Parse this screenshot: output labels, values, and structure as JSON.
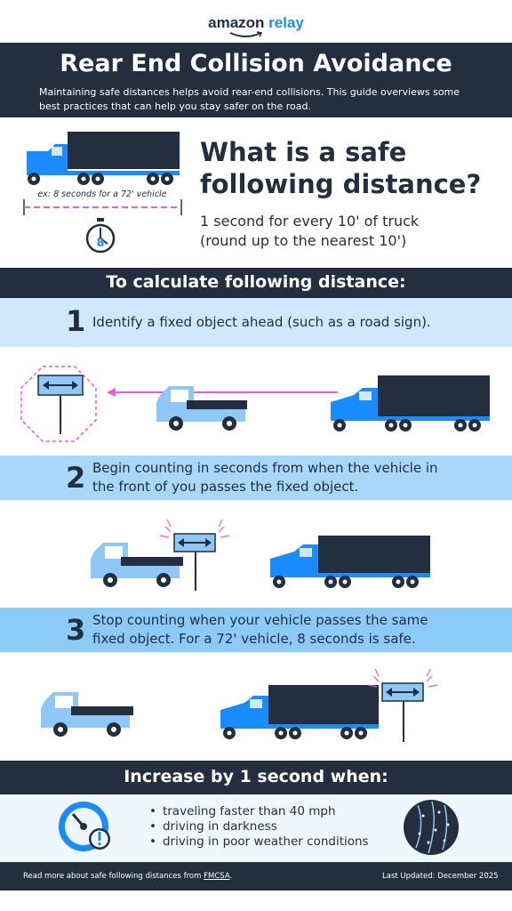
{
  "logo": {
    "brand": "amazon",
    "product": "relay"
  },
  "header": {
    "title": "Rear End Collision Avoidance",
    "subtitle": "Maintaining safe distances helps avoid rear-end collisions. This guide overviews some best practices that can help you stay safer on the road."
  },
  "intro": {
    "example_label": "ex: 8 seconds for a 72' vehicle",
    "stopwatch_value": "8",
    "question_line1": "What is a safe",
    "question_line2": "following distance?",
    "answer_line1": "1 second for every 10' of truck",
    "answer_line2": "(round up to the nearest 10')"
  },
  "calculate": {
    "heading": "To calculate following distance:"
  },
  "steps": [
    {
      "number": "1",
      "line1": "Identify a fixed object ahead (such as a road sign).",
      "line2": ""
    },
    {
      "number": "2",
      "line1": "Begin counting in seconds from when the vehicle in",
      "line2": "the front of you passes the fixed object."
    },
    {
      "number": "3",
      "line1": "Stop counting when your vehicle passes the same",
      "line2": "fixed object. For a 72' vehicle, 8 seconds is safe."
    }
  ],
  "increase": {
    "heading": "Increase by 1 second when:",
    "items": [
      "traveling faster than 40 mph",
      "driving in darkness",
      "driving in poor weather conditions"
    ]
  },
  "footer": {
    "read_more_prefix": "Read more about safe following distances from ",
    "read_more_link": "FMCSA",
    "read_more_suffix": ".",
    "last_updated": "Last Updated: December 2025"
  },
  "colors": {
    "navy": "#232f3e",
    "blue": "#1a8cff",
    "light_blue": "#8fc8f7",
    "pink": "#e95dd8"
  }
}
